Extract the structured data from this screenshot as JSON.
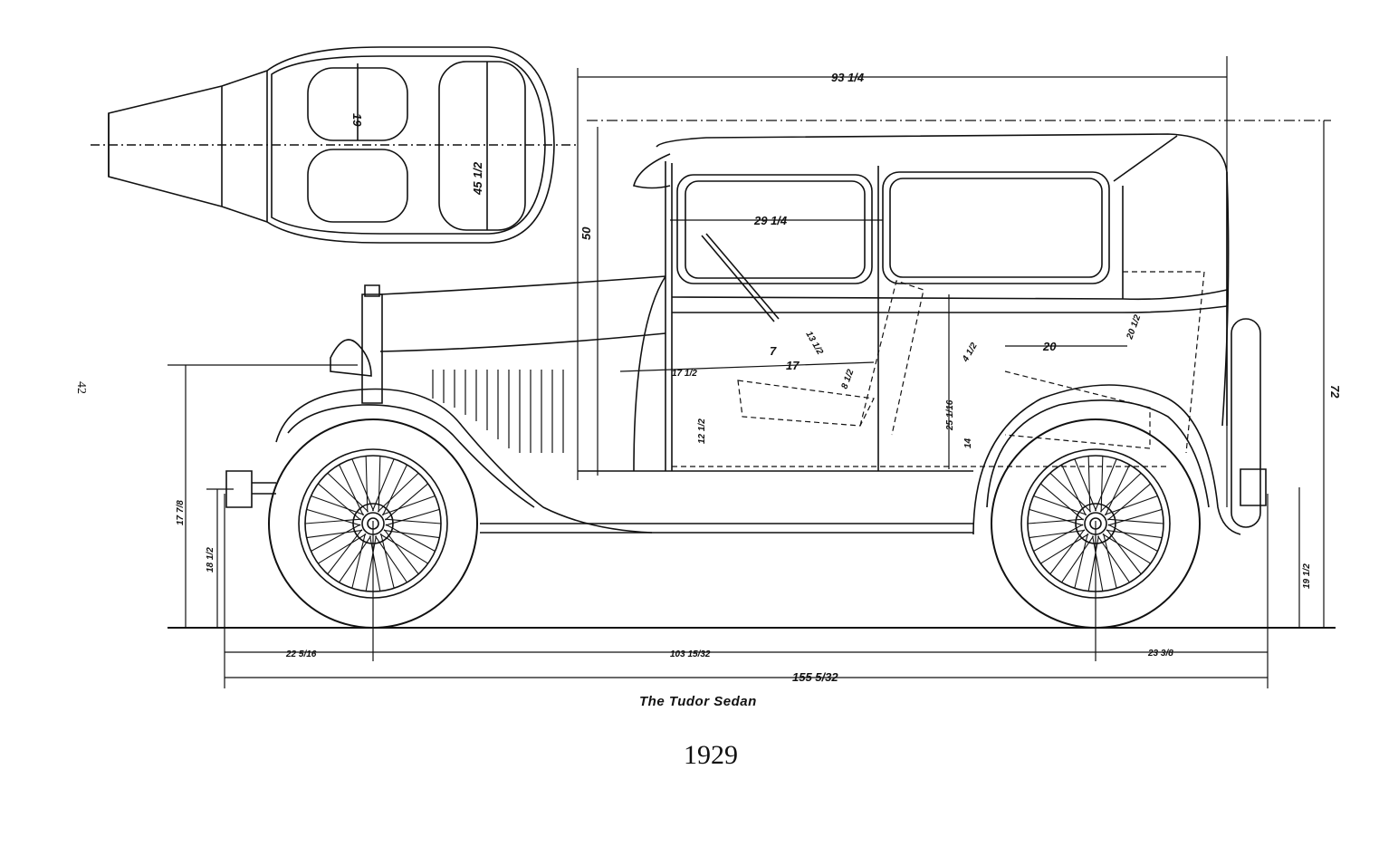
{
  "page_number": "42",
  "caption": "The Tudor Sedan",
  "year": "1929",
  "dimensions": {
    "overall_top_width": "93 1/4",
    "window_width": "29 1/4",
    "height_cowl": "50",
    "height_total": "72",
    "seat_depth_top": "19",
    "seat_width_top": "45 1/2",
    "front_seat_front": "17 1/2",
    "front_seat_depth": "17",
    "seat_drop": "7",
    "steering_reach": "13 1/2",
    "seat_back": "8 1/2",
    "seat_height": "12 1/2",
    "door_height": "25 1/16",
    "floor_height": "14",
    "rear_seat_angle": "4 1/2",
    "rear_seat_width": "20",
    "rear_back": "20 1/2",
    "front_bumper_height": "17 7/8",
    "front_axle_height": "18 1/2",
    "rear_axle_height": "19 1/2",
    "front_overhang": "22 5/16",
    "wheelbase": "103 15/32",
    "rear_overhang": "23 3/8",
    "overall_length": "155 5/32"
  }
}
